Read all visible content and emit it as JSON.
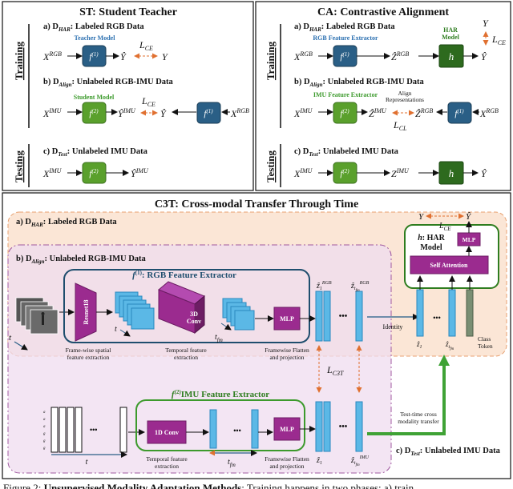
{
  "st": {
    "title": "ST: Student Teacher",
    "side_training": "Training",
    "side_testing": "Testing",
    "a_label": "a) D",
    "a_sub": "HAR",
    "a_text": ": Labeled RGB Data",
    "teacher_model": "Teacher Model",
    "x_rgb": "X",
    "rgb_sup": "RGB",
    "f1": "f",
    "f1_sup": "(1)",
    "yhat": "Ŷ",
    "loss_ce": "L",
    "loss_ce_sub": "CE",
    "y": "Y",
    "b_label": "b) D",
    "b_sub": "Align",
    "b_text": ": Unlabeled RGB-IMU Data",
    "student_model": "Student Model",
    "x_imu": "X",
    "imu_sup": "IMU",
    "f2_sup": "(2)",
    "c_label": "c) D",
    "c_sub": "Test",
    "c_text": ": Unlabeled IMU Data"
  },
  "ca": {
    "title": "CA: Contrastive Alignment",
    "side_training": "Training",
    "side_testing": "Testing",
    "a_text": ": Labeled RGB Data",
    "rgb_feature_extractor": "RGB Feature Extractor",
    "har_model_1": "HAR",
    "har_model_2": "Model",
    "h": "h",
    "z": "Ẑ",
    "z_rgb_sup": "RGB",
    "z_imu_sup": "IMU",
    "y": "Y",
    "loss_ce_sub": "CE",
    "b_text": ": Unlabeled RGB-IMU Data",
    "imu_feature_extractor": "IMU Feature Extractor",
    "align_1": "Align",
    "align_2": "Representations",
    "loss_cl_sub": "CL",
    "c_text": ": Unlabeled IMU Data",
    "z_plain": "Z"
  },
  "c3t": {
    "title": "C3T: Cross-modal Transfer Through Time",
    "a_label": "a) D",
    "a_sub": "HAR",
    "a_text": ": Labeled RGB Data",
    "b_label": "b) D",
    "b_sub": "Align",
    "b_text": ": Unlabeled RGB-IMU Data",
    "rgb_fe_title_sym": "f",
    "rgb_fe_title_sup": "(1)",
    "rgb_fe_title_text": ": RGB Feature Extractor",
    "resnet": "Resnet18",
    "conv3d_1": "3D",
    "conv3d_2": "Conv",
    "mlp": "MLP",
    "t": "t",
    "tfm": "t",
    "tfm_sub": "fm",
    "cap_spatial_1": "Frame-wise spatial",
    "cap_spatial_2": "feature extraction",
    "cap_temporal_1": "Temporal feature",
    "cap_temporal_2": "extraction",
    "cap_flatten_1": "Framewise Flatten",
    "cap_flatten_2": "and projection",
    "identity": "Identity",
    "z1": "ẑ",
    "z1_sub": "1",
    "ztfm_sub": "t",
    "rgb_sup": "RGB",
    "imu_sup": "IMU",
    "dots": "•••",
    "har_title_sym": "h",
    "har_title_1": ": HAR",
    "har_title_2": "Model",
    "self_attention": "Self Attention",
    "class_token_1": "Class",
    "class_token_2": "Token",
    "y": "Y",
    "yhat": "Ŷ",
    "loss_ce": "L",
    "loss_ce_sub": "CE",
    "loss_c3t": "L",
    "loss_c3t_sub": "C3T",
    "imu_fe_title_sym": "f",
    "imu_fe_title_sup": "(2)",
    "imu_fe_title_text": "IMU Feature Extractor",
    "conv1d": "1D Conv",
    "cap_imu_temporal_1": "Temporal feature",
    "cap_imu_temporal_2": "extraction",
    "test_time_1": "Test-time cross",
    "test_time_2": "modality transfer",
    "c_label": "c) D",
    "c_sub": "Test",
    "c_text": ": Unlabeled IMU Data",
    "imu_channels": [
      "a",
      "a",
      "a",
      "g",
      "g",
      "g"
    ]
  },
  "caption": {
    "prefix": "Figure 2: ",
    "bold": "Unsupervised Modality Adaptation Methods",
    "rest": ": Training happens in two phases: a) train"
  },
  "colors": {
    "blue_block": "#2a5f86",
    "green_block": "#5aa02c",
    "dark_green": "#2e7d1f",
    "purple": "#9b2b8f",
    "light_blue": "#5bb8e6",
    "orange_region": "#fbe6d6",
    "purple_region": "#efdcef",
    "loss_arrow": "#e07030"
  }
}
